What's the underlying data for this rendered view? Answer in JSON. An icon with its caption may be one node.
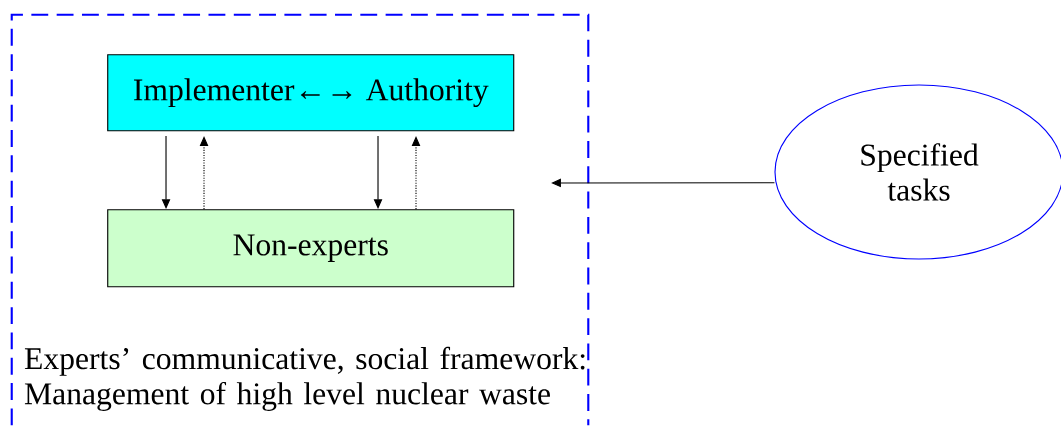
{
  "diagram": {
    "nodes": [
      {
        "text": [
          "Experts’ communicative, social framework: Management of high level nuclear waste"
        ]
      },
      {
        "text": [
          "Implementer←→ Authority"
        ],
        "in": 0
      },
      {
        "text": [
          "Non-experts"
        ],
        "in": 0
      },
      {
        "text": [
          "Specified tasks"
        ]
      }
    ],
    "edges": [
      {
        "from": 1,
        "to": 2,
        "arrow": "to"
      },
      {
        "from": 2,
        "to": 1,
        "arrow": "to",
        "style": "dashed"
      },
      {
        "from": 1,
        "to": 2,
        "arrow": "to"
      },
      {
        "from": 2,
        "to": 1,
        "arrow": "to",
        "style": "dashed"
      },
      {
        "from": 3,
        "to": 0,
        "arrow": "to"
      }
    ]
  }
}
